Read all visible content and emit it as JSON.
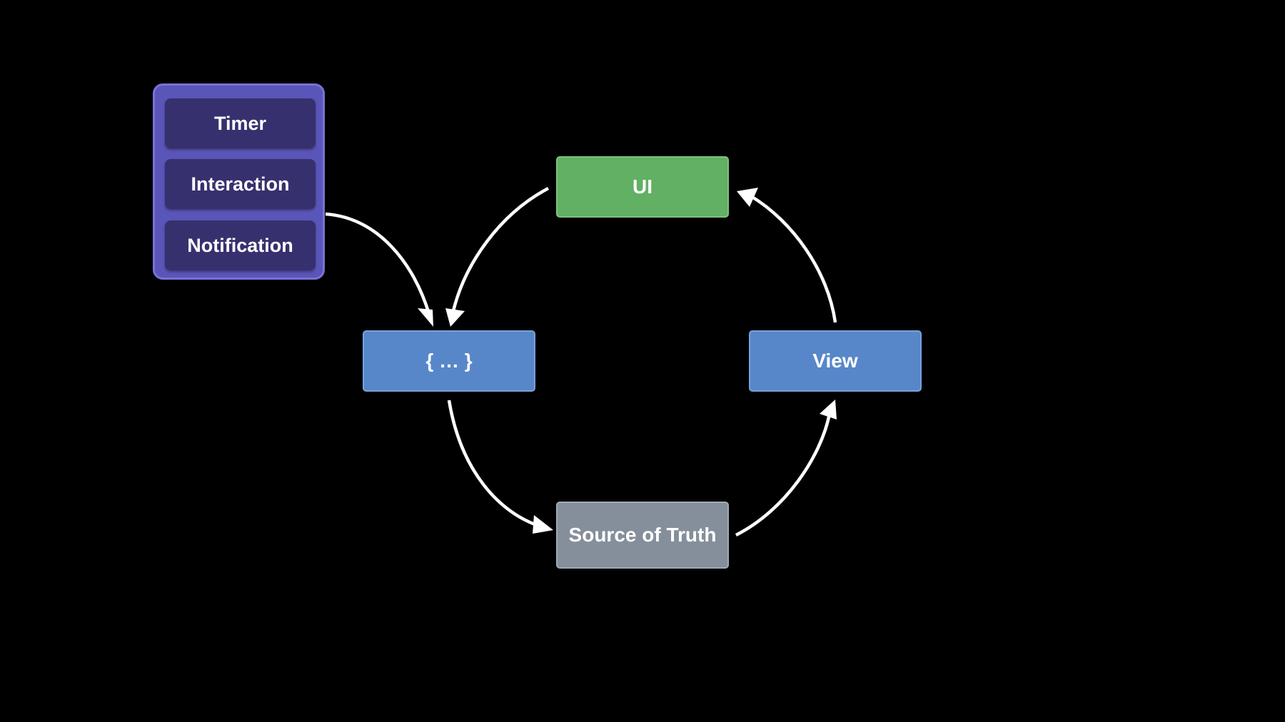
{
  "event_sources": {
    "items": [
      {
        "label": "Timer"
      },
      {
        "label": "Interaction"
      },
      {
        "label": "Notification"
      }
    ]
  },
  "nodes": {
    "ui": {
      "label": "UI"
    },
    "action": {
      "label": "{ … }"
    },
    "view": {
      "label": "View"
    },
    "source_of_truth": {
      "label": "Source of Truth"
    }
  },
  "colors": {
    "background": "#000000",
    "event_group": "#5a55b8",
    "event_item": "#36316e",
    "ui": "#62b063",
    "action": "#5887c9",
    "view": "#5887c9",
    "source_of_truth": "#848f9b",
    "arrow": "#ffffff"
  }
}
